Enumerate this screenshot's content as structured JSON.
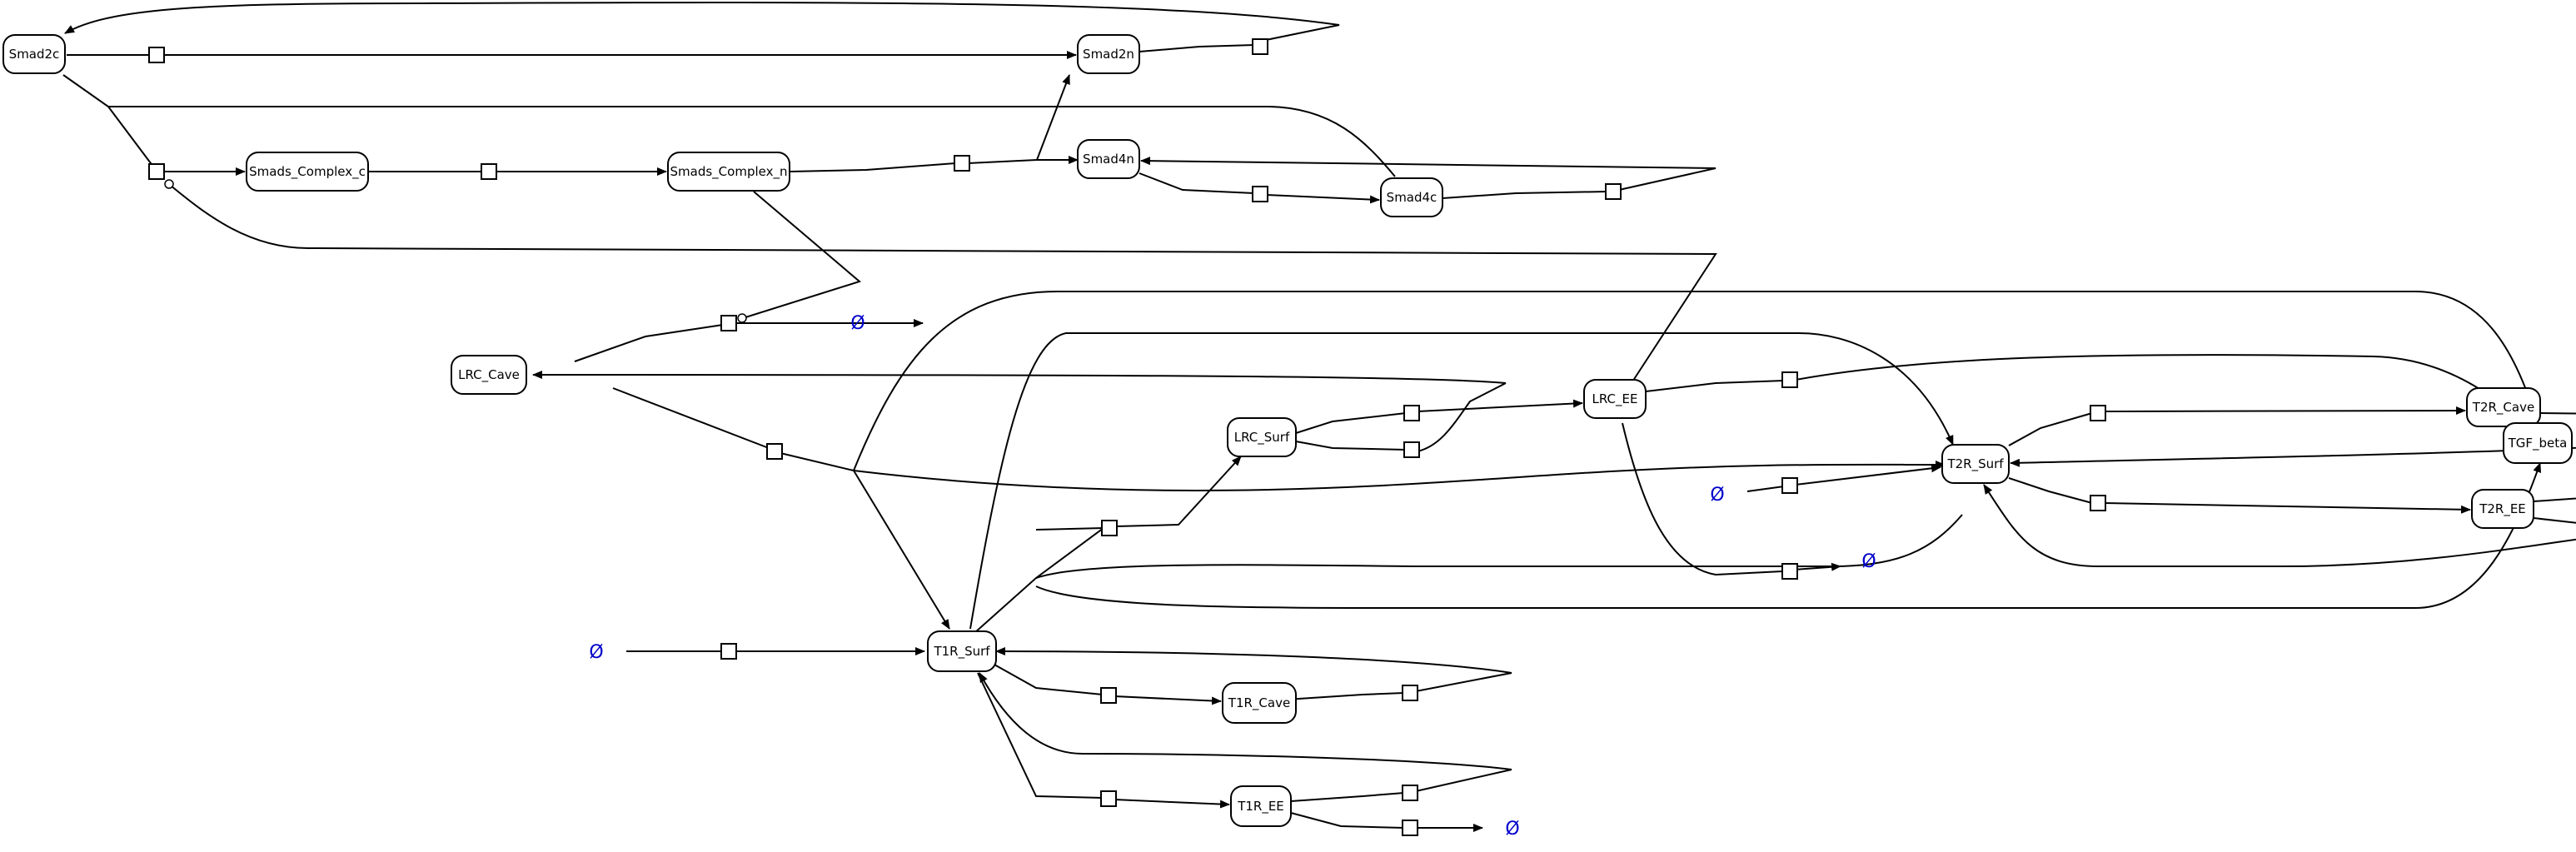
{
  "diagram": {
    "species": {
      "smad2c": "Smad2c",
      "smad2n": "Smad2n",
      "smads_complex_c": "Smads_Complex_c",
      "smads_complex_n": "Smads_Complex_n",
      "smad4n": "Smad4n",
      "smad4c": "Smad4c",
      "lrc_cave": "LRC_Cave",
      "lrc_surf": "LRC_Surf",
      "lrc_ee": "LRC_EE",
      "t2r_cave": "T2R_Cave",
      "t2r_surf": "T2R_Surf",
      "t2r_ee": "T2R_EE",
      "tgf_beta": "TGF_beta",
      "t1r_surf": "T1R_Surf",
      "t1r_cave": "T1R_Cave",
      "t1r_ee": "T1R_EE"
    },
    "empty_set_symbol": "Ø"
  }
}
